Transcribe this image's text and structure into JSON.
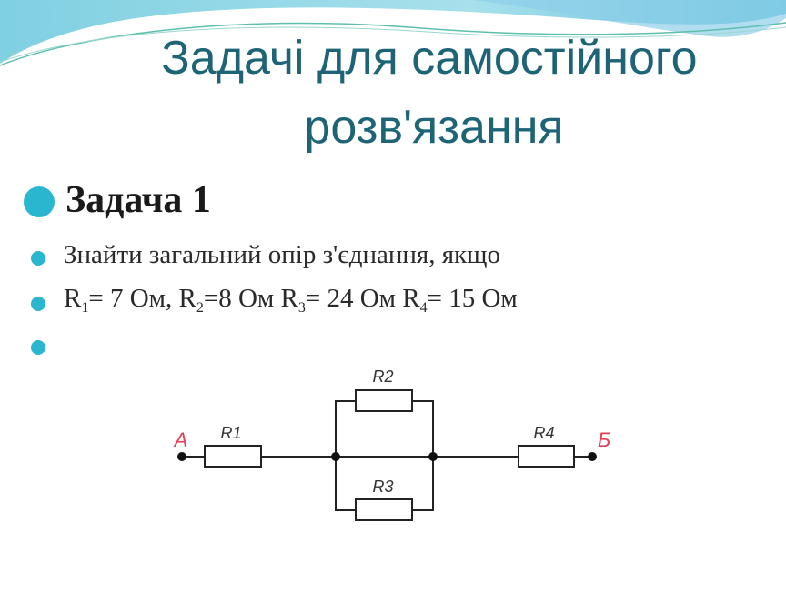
{
  "slide": {
    "title_line1": "Задачі для самостійного",
    "title_line2": "розв'язання",
    "heading": "Задача 1",
    "line1": "Знайти загальний опір з'єднання, якщо",
    "resistances": [
      {
        "sym": "R",
        "idx": "1",
        "rest": "= 7 Ом, "
      },
      {
        "sym": "R",
        "idx": "2",
        "rest": "=8 Ом "
      },
      {
        "sym": "R",
        "idx": "3",
        "rest": "= 24 Ом "
      },
      {
        "sym": "R",
        "idx": "4",
        "rest": "= 15 Ом"
      }
    ]
  },
  "circuit": {
    "node_a": "А",
    "node_b": "Б",
    "labels": [
      "R1",
      "R2",
      "R3",
      "R4"
    ]
  },
  "colors": {
    "title": "#1d6477",
    "bullet": "#2bb6cf",
    "node_label": "#e0405a"
  }
}
